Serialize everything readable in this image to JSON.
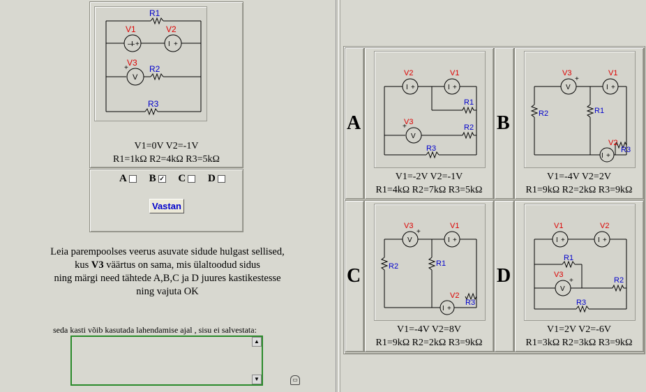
{
  "question": {
    "values_line": "V1=0V V2=-1V",
    "resistors_line": "R1=1kΩ R2=4kΩ R3=5kΩ"
  },
  "answers": {
    "items": [
      {
        "label": "A",
        "checked": false
      },
      {
        "label": "B",
        "checked": true
      },
      {
        "label": "C",
        "checked": false
      },
      {
        "label": "D",
        "checked": false
      }
    ],
    "submit_label": "Vastan"
  },
  "instructions": {
    "line1": "Leia parempoolses veerus asuvate sidude hulgast sellised,",
    "line2_pre": "kus ",
    "line2_bold": "V3",
    "line2_post": " väärtus on sama, mis ülaltoodud sidus",
    "line3": "ning märgi need tähtede A,B,C ja D juures kastikestesse",
    "line4": "ning vajuta OK"
  },
  "scratch": {
    "label": "seda kasti võib kasutada lahendamise ajal , sisu ei salvestata:",
    "value": ""
  },
  "options": {
    "A": {
      "label": "A",
      "values_line": "V1=-2V V2=-1V",
      "resistors_line": "R1=4kΩ R2=7kΩ R3=5kΩ"
    },
    "B": {
      "label": "B",
      "values_line": "V1=-4V V2=2V",
      "resistors_line": "R1=9kΩ R2=2kΩ R3=9kΩ"
    },
    "C": {
      "label": "C",
      "values_line": "V1=-4V V2=8V",
      "resistors_line": "R1=9kΩ R2=2kΩ R3=9kΩ"
    },
    "D": {
      "label": "D",
      "values_line": "V1=2V V2=-6V",
      "resistors_line": "R1=3kΩ R2=3kΩ R3=9kΩ"
    }
  },
  "symbols": {
    "voltmeter": "V",
    "v1": "V1",
    "v2": "V2",
    "v3": "V3",
    "r1": "R1",
    "r2": "R2",
    "r3": "R3",
    "source_minus": "I",
    "source_plus": "+"
  },
  "colors": {
    "background": "#d8d8d0",
    "voltage_label": "#dd0000",
    "resistor_label": "#0000cc",
    "button_text": "#0000cc",
    "scratch_border": "#2a8a2a"
  }
}
